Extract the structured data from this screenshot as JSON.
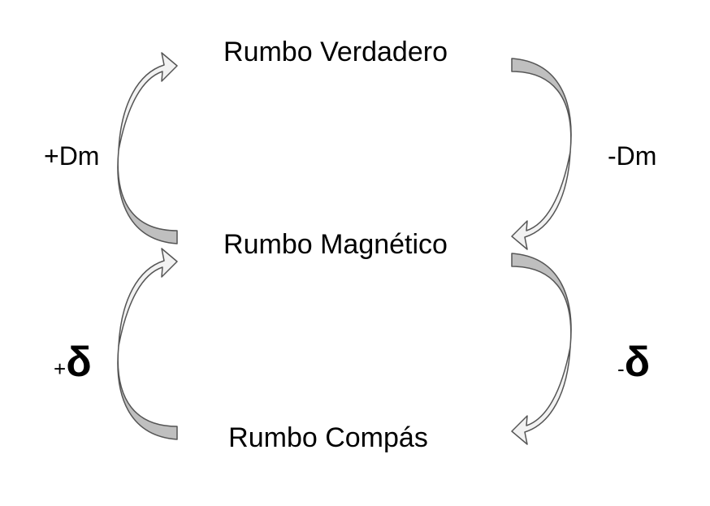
{
  "nodes": {
    "true_course": "Rumbo Verdadero",
    "magnetic_course": "Rumbo Magnético",
    "compass_course": "Rumbo Compás"
  },
  "edges": {
    "dm_plus": "+Dm",
    "dm_minus": "-Dm",
    "delta_plus_sign": "+",
    "delta_minus_sign": "-",
    "delta_symbol": "δ"
  },
  "colors": {
    "arrow_light": "#f2f2f2",
    "arrow_dark": "#bfbfbf",
    "arrow_stroke": "#555555",
    "text": "#000000"
  }
}
